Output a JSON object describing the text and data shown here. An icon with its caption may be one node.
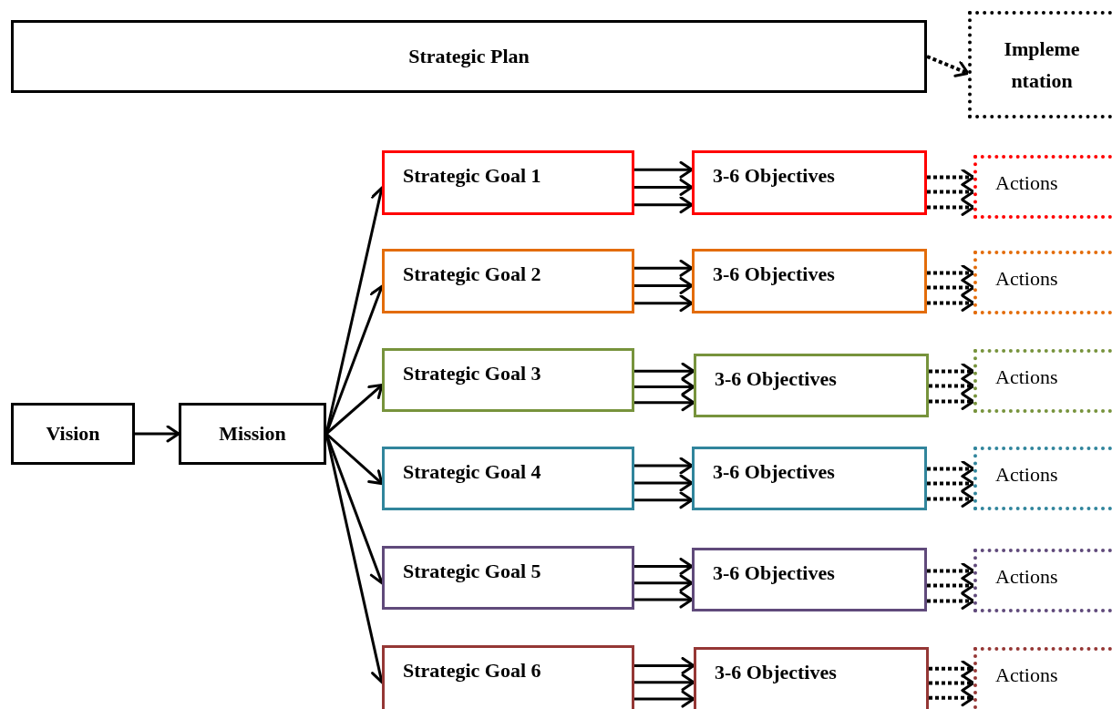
{
  "diagram": {
    "nodes": [
      {
        "text": [
          "Strategic Plan"
        ]
      },
      {
        "text": [
          "Impleme ntation"
        ]
      },
      {
        "text": [
          "Vision"
        ]
      },
      {
        "text": [
          "Mission"
        ]
      },
      {
        "text": [
          "Strategic Goal 1"
        ]
      },
      {
        "text": [
          "3-6 Objectives"
        ]
      },
      {
        "text": [
          "Actions"
        ]
      },
      {
        "text": [
          "Strategic Goal 2"
        ]
      },
      {
        "text": [
          "3-6 Objectives"
        ]
      },
      {
        "text": [
          "Actions"
        ]
      },
      {
        "text": [
          "Strategic Goal 3"
        ]
      },
      {
        "text": [
          "3-6 Objectives"
        ]
      },
      {
        "text": [
          "Actions"
        ]
      },
      {
        "text": [
          "Strategic Goal 4"
        ]
      },
      {
        "text": [
          "3-6 Objectives"
        ]
      },
      {
        "text": [
          "Actions"
        ]
      },
      {
        "text": [
          "Strategic Goal 5"
        ]
      },
      {
        "text": [
          "3-6 Objectives"
        ]
      },
      {
        "text": [
          "Actions"
        ]
      },
      {
        "text": [
          "Strategic Goal 6"
        ]
      },
      {
        "text": [
          "3-6 Objectives"
        ]
      },
      {
        "text": [
          "Actions"
        ]
      }
    ],
    "edges": [
      {
        "from": 0,
        "to": 1,
        "arrow": "to",
        "style": "dashed"
      },
      {
        "from": 2,
        "to": 3,
        "arrow": "to"
      },
      {
        "from": 3,
        "to": 4,
        "arrow": "to"
      },
      {
        "from": 3,
        "to": 7,
        "arrow": "to"
      },
      {
        "from": 3,
        "to": 10,
        "arrow": "to"
      },
      {
        "from": 3,
        "to": 13,
        "arrow": "to"
      },
      {
        "from": 3,
        "to": 16,
        "arrow": "to"
      },
      {
        "from": 3,
        "to": 19,
        "arrow": "to"
      },
      {
        "from": 4,
        "to": 5,
        "arrow": "to"
      },
      {
        "from": 4,
        "to": 5,
        "arrow": "to"
      },
      {
        "from": 4,
        "to": 5,
        "arrow": "to"
      },
      {
        "from": 5,
        "to": 6,
        "arrow": "to",
        "style": "dashed"
      },
      {
        "from": 5,
        "to": 6,
        "arrow": "to",
        "style": "dashed"
      },
      {
        "from": 5,
        "to": 6,
        "arrow": "to",
        "style": "dashed"
      },
      {
        "from": 7,
        "to": 8,
        "arrow": "to"
      },
      {
        "from": 7,
        "to": 8,
        "arrow": "to"
      },
      {
        "from": 7,
        "to": 8,
        "arrow": "to"
      },
      {
        "from": 8,
        "to": 9,
        "arrow": "to",
        "style": "dashed"
      },
      {
        "from": 8,
        "to": 9,
        "arrow": "to",
        "style": "dashed"
      },
      {
        "from": 8,
        "to": 9,
        "arrow": "to",
        "style": "dashed"
      },
      {
        "from": 10,
        "to": 11,
        "arrow": "to"
      },
      {
        "from": 10,
        "to": 11,
        "arrow": "to"
      },
      {
        "from": 10,
        "to": 11,
        "arrow": "to"
      },
      {
        "from": 11,
        "to": 12,
        "arrow": "to",
        "style": "dashed"
      },
      {
        "from": 11,
        "to": 12,
        "arrow": "to",
        "style": "dashed"
      },
      {
        "from": 11,
        "to": 12,
        "arrow": "to",
        "style": "dashed"
      },
      {
        "from": 13,
        "to": 14,
        "arrow": "to"
      },
      {
        "from": 13,
        "to": 14,
        "arrow": "to"
      },
      {
        "from": 13,
        "to": 14,
        "arrow": "to"
      },
      {
        "from": 14,
        "to": 15,
        "arrow": "to",
        "style": "dashed"
      },
      {
        "from": 14,
        "to": 15,
        "arrow": "to",
        "style": "dashed"
      },
      {
        "from": 14,
        "to": 15,
        "arrow": "to",
        "style": "dashed"
      },
      {
        "from": 16,
        "to": 17,
        "arrow": "to"
      },
      {
        "from": 16,
        "to": 17,
        "arrow": "to"
      },
      {
        "from": 16,
        "to": 17,
        "arrow": "to"
      },
      {
        "from": 17,
        "to": 18,
        "arrow": "to",
        "style": "dashed"
      },
      {
        "from": 17,
        "to": 18,
        "arrow": "to",
        "style": "dashed"
      },
      {
        "from": 17,
        "to": 18,
        "arrow": "to",
        "style": "dashed"
      },
      {
        "from": 19,
        "to": 20,
        "arrow": "to"
      },
      {
        "from": 19,
        "to": 20,
        "arrow": "to"
      },
      {
        "from": 19,
        "to": 20,
        "arrow": "to"
      },
      {
        "from": 20,
        "to": 21,
        "arrow": "to",
        "style": "dashed"
      },
      {
        "from": 20,
        "to": 21,
        "arrow": "to",
        "style": "dashed"
      },
      {
        "from": 20,
        "to": 21,
        "arrow": "to",
        "style": "dashed"
      }
    ]
  }
}
